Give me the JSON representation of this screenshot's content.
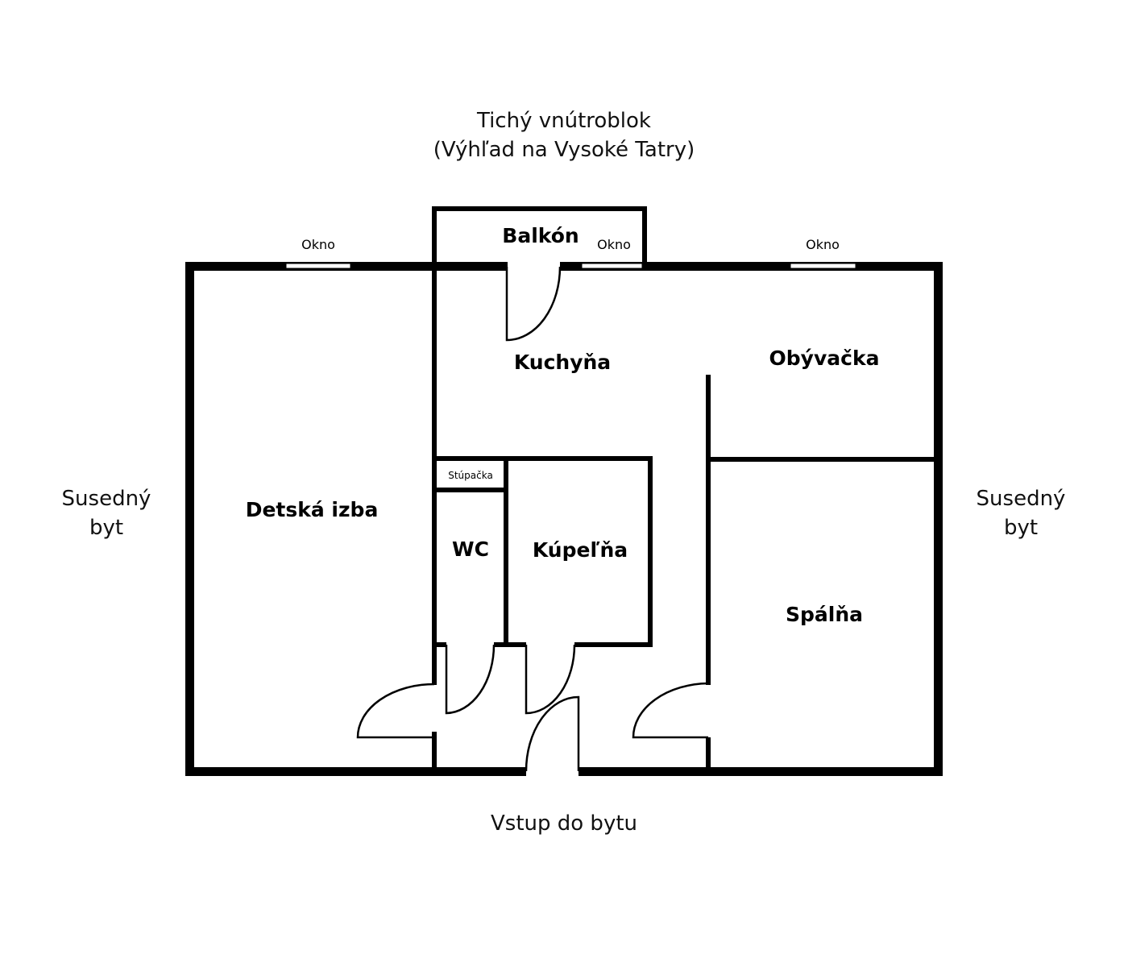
{
  "context_labels": {
    "top_line1": "Tichý vnútroblok",
    "top_line2": "(Výhľad na Vysoké Tatry)",
    "left_line1": "Susedný",
    "left_line2": "byt",
    "right_line1": "Susedný",
    "right_line2": "byt",
    "bottom": "Vstup do bytu"
  },
  "rooms": {
    "balkon": "Balkón",
    "kuchyna": "Kuchyňa",
    "obyvacka": "Obývačka",
    "detska_izba": "Detská izba",
    "stupacka": "Stúpačka",
    "wc": "WC",
    "kupelna": "Kúpeľňa",
    "spalna": "Spálňa"
  },
  "windows": [
    {
      "label": "Okno"
    },
    {
      "label": "Okno"
    },
    {
      "label": "Okno"
    }
  ],
  "colors": {
    "wall": "#000000",
    "background": "#ffffff"
  }
}
